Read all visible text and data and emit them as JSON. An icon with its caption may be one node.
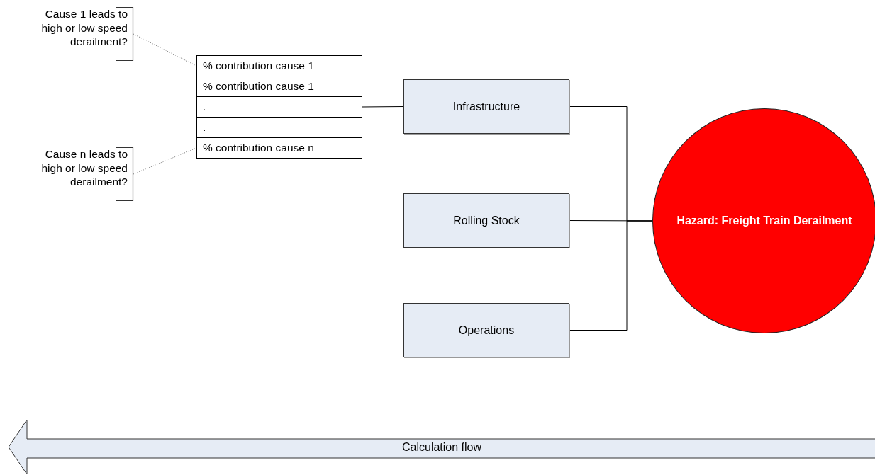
{
  "diagram": {
    "nodes": [
      {
        "text": [
          "Cause 1 leads to high or low speed derailment?"
        ]
      },
      {
        "text": [
          "% contribution cause 1"
        ]
      },
      {
        "text": [
          "% contribution cause 1"
        ]
      },
      {
        "text": [
          "."
        ]
      },
      {
        "text": [
          "."
        ]
      },
      {
        "text": [
          "% contribution cause n"
        ]
      },
      {
        "text": [
          "Cause n leads to high or low speed derailment?"
        ]
      },
      {
        "text": [
          "Infrastructure"
        ]
      },
      {
        "text": [
          "Rolling Stock"
        ]
      },
      {
        "text": [
          "Operations"
        ]
      },
      {
        "text": [
          "Hazard: Freight Train Derailment"
        ]
      },
      {
        "text": [
          "Calculation flow"
        ]
      }
    ],
    "edges": [
      {
        "from": 0,
        "to": 1,
        "arrow": "none",
        "style": "dashed",
        "color": "#777777"
      },
      {
        "from": 6,
        "to": 5,
        "arrow": "none",
        "style": "dashed",
        "color": "#777777"
      },
      {
        "from": 3,
        "to": 7,
        "arrow": "none"
      },
      {
        "from": 7,
        "to": 10,
        "arrow": "none"
      },
      {
        "from": 8,
        "to": 10,
        "arrow": "none"
      },
      {
        "from": 9,
        "to": 10,
        "arrow": "none"
      }
    ]
  }
}
